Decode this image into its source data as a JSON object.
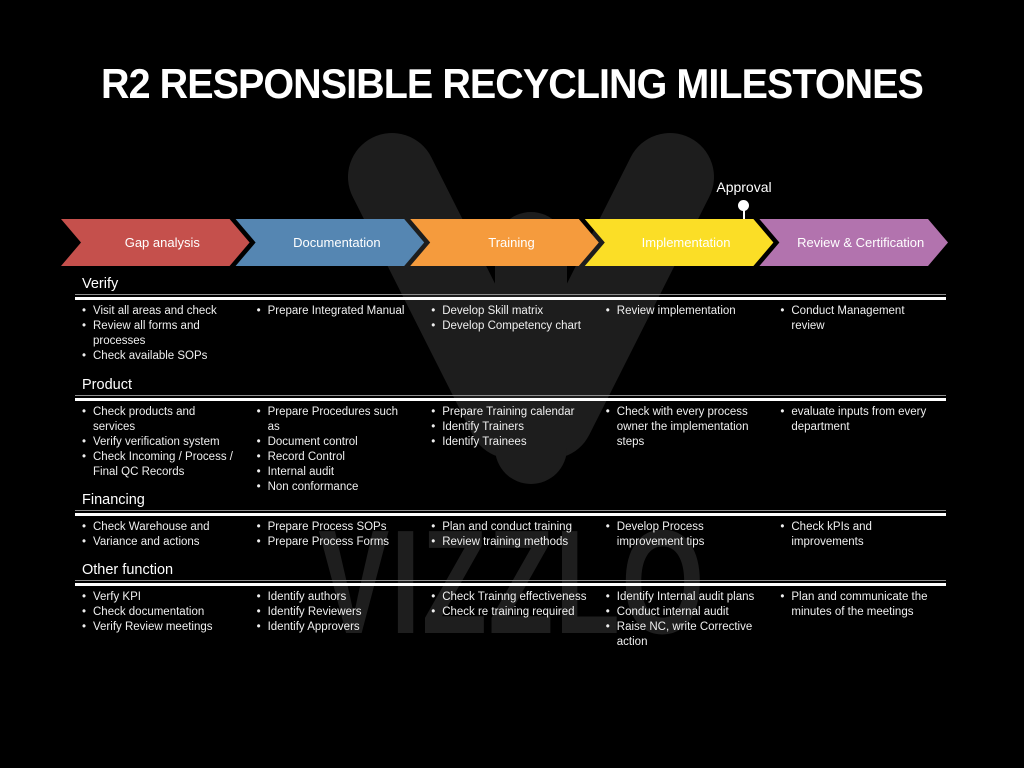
{
  "title": "R2 RESPONSIBLE RECYCLING MILESTONES",
  "watermark": {
    "text": "VIZZLO"
  },
  "milestone": {
    "label": "Approval"
  },
  "colors": {
    "background": "#000000",
    "rule": "#ffffff",
    "watermark": "#1e1e1e"
  },
  "chart_data": {
    "type": "table",
    "title": "R2 RESPONSIBLE RECYCLING MILESTONES",
    "phases": [
      "Gap analysis",
      "Documentation",
      "Training",
      "Implementation",
      "Review & Certification"
    ],
    "phase_colors": [
      "#c5504c",
      "#5586b2",
      "#f59b3d",
      "#fbde26",
      "#b273ae"
    ],
    "milestones": [
      {
        "label": "Approval",
        "phase": "Implementation",
        "position": "end"
      }
    ],
    "rows": [
      "Verify",
      "Product",
      "Financing",
      "Other function"
    ]
  },
  "phases": [
    {
      "label": "Gap analysis",
      "color": "#c5504c"
    },
    {
      "label": "Documentation",
      "color": "#5586b2"
    },
    {
      "label": "Training",
      "color": "#f59b3d"
    },
    {
      "label": "Implementation",
      "color": "#fbde26"
    },
    {
      "label": "Review & Certification",
      "color": "#b273ae"
    }
  ],
  "sections": [
    {
      "name": "Verify",
      "cells": [
        [
          "Visit all areas and check",
          "Review all forms and processes",
          "Check available SOPs"
        ],
        [
          "Prepare Integrated Manual"
        ],
        [
          "Develop Skill matrix",
          "Develop Competency chart"
        ],
        [
          "Review implementation"
        ],
        [
          "Conduct Management review"
        ]
      ]
    },
    {
      "name": "Product",
      "cells": [
        [
          "Check products and services",
          "Verify verification system",
          "Check Incoming / Process / Final QC Records"
        ],
        [
          "Prepare Procedures such as",
          "Document control",
          "Record Control",
          "Internal audit",
          "Non conformance"
        ],
        [
          "Prepare Training calendar",
          "Identify Trainers",
          "Identify Trainees"
        ],
        [
          "Check with every process owner the implementation steps"
        ],
        [
          "evaluate inputs from every department"
        ]
      ]
    },
    {
      "name": "Financing",
      "cells": [
        [
          "Check Warehouse and",
          "Variance and actions"
        ],
        [
          "Prepare Process SOPs",
          "Prepare Process Forms"
        ],
        [
          "Plan and conduct training",
          "Review training methods"
        ],
        [
          "Develop Process improvement tips"
        ],
        [
          "Check kPIs and improvements"
        ]
      ]
    },
    {
      "name": "Other function",
      "cells": [
        [
          "Verfy KPI",
          "Check documentation",
          "Verify Review meetings"
        ],
        [
          "Identify authors",
          "Identify Reviewers",
          "Identify Approvers"
        ],
        [
          "Check Trainng effectiveness",
          "Check re training required"
        ],
        [
          "Identify Internal audit plans",
          "Conduct internal audit",
          "Raise NC, write Corrective action"
        ],
        [
          "Plan and communicate the minutes of the meetings"
        ]
      ]
    }
  ]
}
